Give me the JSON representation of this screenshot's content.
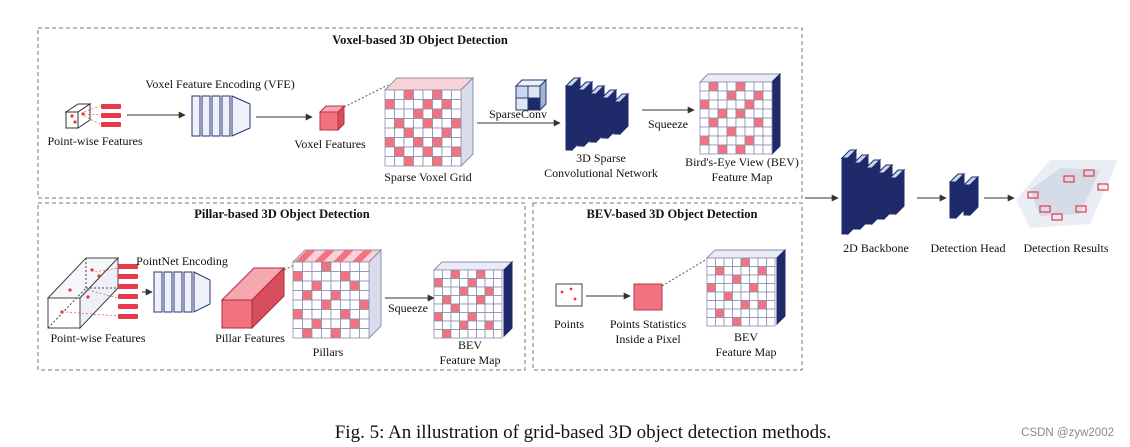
{
  "sections": {
    "voxel": {
      "title": "Voxel-based 3D Object Detection",
      "labels": {
        "point_wise_features": "Point-wise Features",
        "vfe": "Voxel Feature Encoding (VFE)",
        "voxel_features": "Voxel Features",
        "sparse_voxel_grid": "Sparse Voxel Grid",
        "sparseconv": "SparseConv",
        "sparse_net_line1": "3D Sparse",
        "sparse_net_line2": "Convolutional Network",
        "squeeze": "Squeeze",
        "bev_line1": "Bird's-Eye View (BEV)",
        "bev_line2": "Feature Map"
      }
    },
    "pillar": {
      "title": "Pillar-based 3D Object Detection",
      "labels": {
        "pointnet": "PointNet Encoding",
        "point_wise_features": "Point-wise Features",
        "pillar_features": "Pillar Features",
        "pillars": "Pillars",
        "squeeze": "Squeeze",
        "bev_line1": "BEV",
        "bev_line2": "Feature Map"
      }
    },
    "bev": {
      "title": "BEV-based 3D Object Detection",
      "labels": {
        "points": "Points",
        "stats_line1": "Points Statistics",
        "stats_line2": "Inside a Pixel",
        "bev_line1": "BEV",
        "bev_line2": "Feature Map"
      }
    }
  },
  "pipeline": {
    "backbone": "2D Backbone",
    "head": "Detection Head",
    "results": "Detection Results"
  },
  "caption": "Fig. 5: An illustration of grid-based 3D object detection methods.",
  "watermark": "CSDN @zyw2002",
  "colors": {
    "accent_red": "#f2727f",
    "light_red": "#f7b6bd",
    "block_navy": "#1f2a6b",
    "block_light": "#c9d6ee",
    "grid_line": "#8a8fb0",
    "box_border": "#777777"
  }
}
